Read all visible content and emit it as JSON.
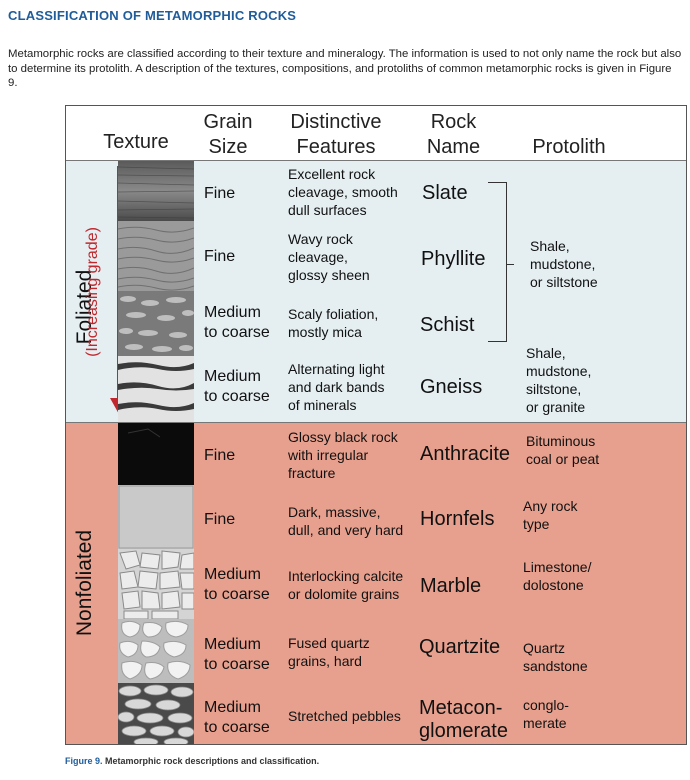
{
  "page": {
    "title": "CLASSIFICATION OF METAMORPHIC ROCKS",
    "intro": "Metamorphic rocks are classified according to their texture and mineralogy. The information is used to not only name the rock but also to determine its protolith. A description of the textures, compositions, and protoliths of common metamorphic rocks is given in Figure 9.",
    "caption_label": "Figure 9.",
    "caption_text": " Metamorphic rock descriptions and classification."
  },
  "table": {
    "headers": {
      "texture": "Texture",
      "grain_size": [
        "Grain",
        "Size"
      ],
      "features": [
        "Distinctive",
        "Features"
      ],
      "rock_name": [
        "Rock",
        "Name"
      ],
      "protolith": "Protolith"
    },
    "categories": {
      "foliated": "Foliated",
      "nonfoliated": "Nonfoliated",
      "grade_label": "(Increasing grade)"
    },
    "rows": [
      {
        "grain": [
          "Fine"
        ],
        "features": [
          "Excellent rock",
          "cleavage, smooth",
          "dull surfaces"
        ],
        "name": [
          "Slate"
        ]
      },
      {
        "grain": [
          "Fine"
        ],
        "features": [
          "Wavy rock",
          "cleavage,",
          "glossy sheen"
        ],
        "name": [
          "Phyllite"
        ]
      },
      {
        "grain": [
          "Medium",
          "to coarse"
        ],
        "features": [
          "Scaly foliation,",
          "mostly mica"
        ],
        "name": [
          "Schist"
        ]
      },
      {
        "grain": [
          "Medium",
          "to coarse"
        ],
        "features": [
          "Alternating light",
          "and dark bands",
          "of minerals"
        ],
        "name": [
          "Gneiss"
        ],
        "protolith": [
          "Shale,",
          "mudstone,",
          "siltstone,",
          "or granite"
        ]
      },
      {
        "grain": [
          "Fine"
        ],
        "features": [
          "Glossy black rock",
          "with irregular",
          "fracture"
        ],
        "name": [
          "Anthracite"
        ],
        "protolith": [
          "Bituminous",
          "coal or peat"
        ]
      },
      {
        "grain": [
          "Fine"
        ],
        "features": [
          "Dark, massive,",
          "dull, and very hard"
        ],
        "name": [
          "Hornfels"
        ],
        "protolith": [
          "Any rock",
          "type"
        ]
      },
      {
        "grain": [
          "Medium",
          "to coarse"
        ],
        "features": [
          "Interlocking calcite",
          "or dolomite grains"
        ],
        "name": [
          "Marble"
        ],
        "protolith": [
          "Limestone/",
          "dolostone"
        ]
      },
      {
        "grain": [
          "Medium",
          "to coarse"
        ],
        "features": [
          "Fused quartz",
          "grains, hard"
        ],
        "name": [
          "Quartzite"
        ],
        "protolith": [
          "Quartz",
          "sandstone"
        ]
      },
      {
        "grain": [
          "Medium",
          "to coarse"
        ],
        "features": [
          "Stretched pebbles"
        ],
        "name": [
          "Metacon-",
          "glomerate"
        ],
        "protolith": [
          "conglo-",
          "merate"
        ]
      }
    ],
    "shared_protolith": [
      "Shale,",
      "mudstone,",
      "or siltstone"
    ]
  }
}
